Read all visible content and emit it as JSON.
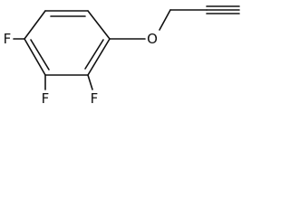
{
  "structure": {
    "atoms": {
      "fluorine_left": "F",
      "fluorine_bottom_left": "F",
      "fluorine_bottom_right": "F",
      "oxygen": "O"
    }
  }
}
